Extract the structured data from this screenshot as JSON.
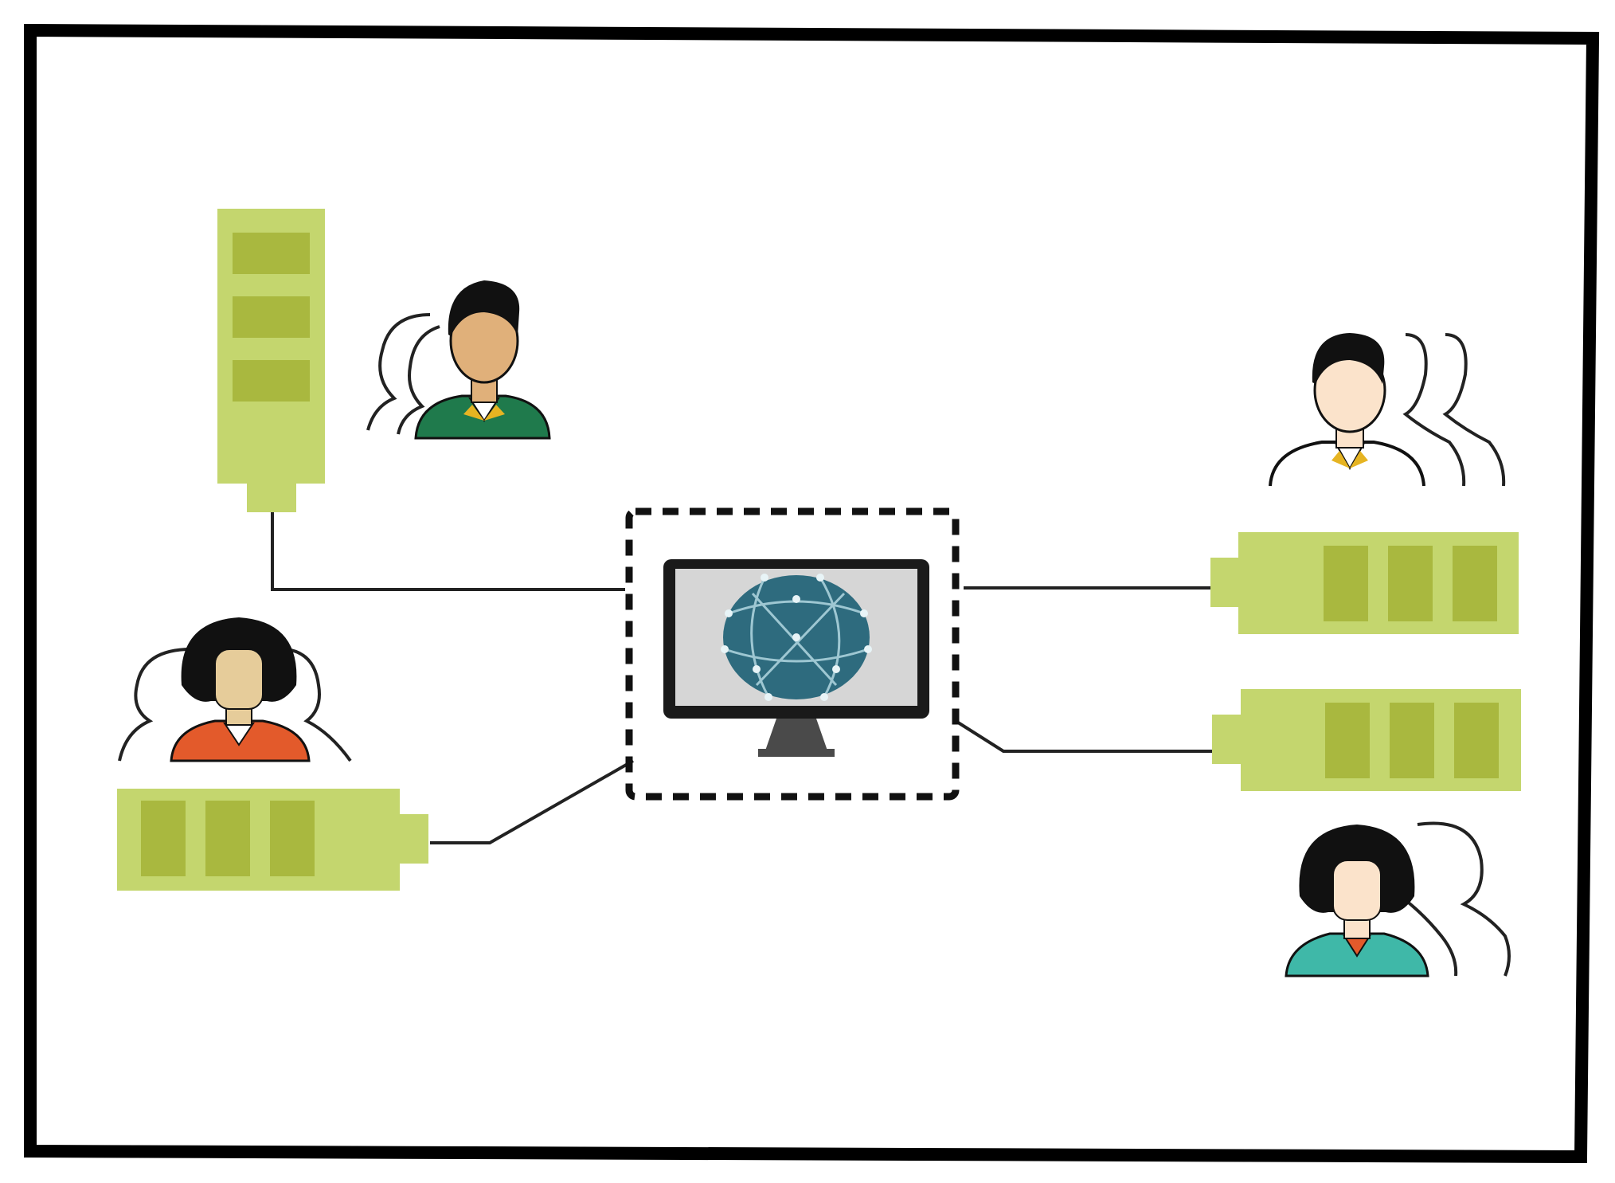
{
  "diagram": {
    "center": {
      "icon": "monitor-with-globe-icon",
      "boundary": "dashed"
    },
    "nodes": [
      {
        "id": "battery-top-left",
        "icon": "battery-icon",
        "orientation": "vertical",
        "charge_cells": 3
      },
      {
        "id": "battery-mid-left",
        "icon": "battery-icon",
        "orientation": "horizontal",
        "charge_cells": 3
      },
      {
        "id": "battery-right-upper",
        "icon": "battery-icon",
        "orientation": "horizontal",
        "charge_cells": 3
      },
      {
        "id": "battery-right-lower",
        "icon": "battery-icon",
        "orientation": "horizontal",
        "charge_cells": 3
      }
    ],
    "users": [
      {
        "id": "user-group-top-left",
        "icon": "man-group-icon",
        "shirt_color": "#1f7a4c"
      },
      {
        "id": "user-group-mid-left",
        "icon": "woman-group-icon",
        "shirt_color": "#e35a2b"
      },
      {
        "id": "user-group-top-right",
        "icon": "man-group-icon",
        "shirt_color": "#ffffff"
      },
      {
        "id": "user-group-bottom-right",
        "icon": "woman-group-icon",
        "shirt_color": "#3fb8a8"
      }
    ],
    "links": [
      {
        "from": "battery-top-left",
        "to": "center"
      },
      {
        "from": "battery-mid-left",
        "to": "center"
      },
      {
        "from": "center",
        "to": "battery-right-upper"
      },
      {
        "from": "center",
        "to": "battery-right-lower"
      }
    ],
    "colors": {
      "battery_body": "#c4d66e",
      "battery_cell": "#a9b83f",
      "globe": "#2e6b7e",
      "frame": "#000000"
    }
  }
}
